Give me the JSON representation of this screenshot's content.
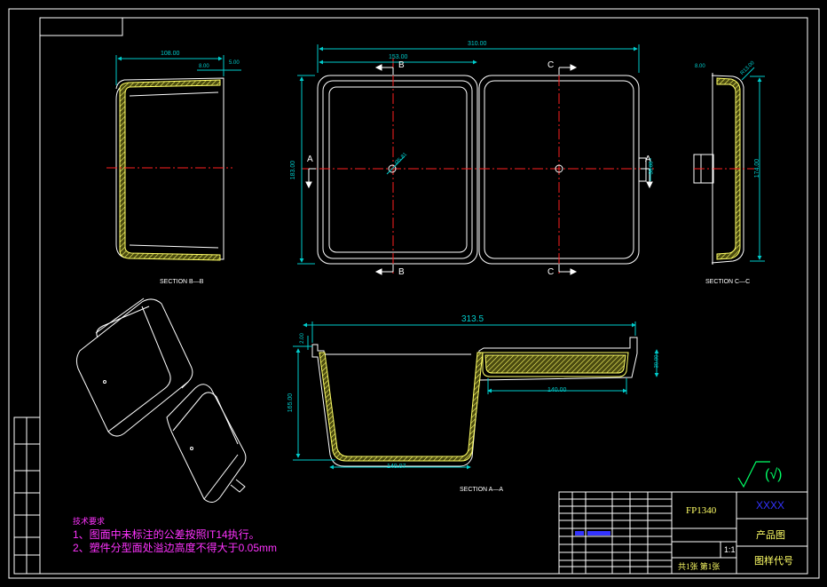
{
  "stamp": "",
  "sections": {
    "bb": "SECTION B—B",
    "cc": "SECTION C—C",
    "aa": "SECTION A—A"
  },
  "cut_letters": {
    "a": "A",
    "b": "B",
    "c": "C"
  },
  "dimensions": {
    "overall_width": "310.00",
    "half_width": "153.00",
    "height_top": "183.00",
    "bb_width": "108.00",
    "bb_wall": "8.00",
    "bb_lip": "5.00",
    "hole_dia": "Ø5.81",
    "latch": "30.00",
    "cc_height": "174.00",
    "cc_wall": "8.00",
    "cc_radius": "R13.00",
    "aa_width": "313.5",
    "aa_depth": "165.00",
    "aa_rim": "2.00",
    "aa_bottom": "140.07",
    "aa_shallow_depth": "30.00",
    "aa_shallow_width": "140.00"
  },
  "notes": {
    "heading": "技术要求",
    "line1": "1、图面中未标注的公差按照IT14执行。",
    "line2": "2、塑件分型面处溢边高度不得大于0.05mm"
  },
  "title_block": {
    "part_no": "FP1340",
    "name_placeholder": "XXXX",
    "drawing_type": "产品图",
    "code_label": "图样代号",
    "scale": "1:1",
    "sheet": "共1张  第1张",
    "roughness": "(√)"
  },
  "colors": {
    "outline": "#ffffff",
    "section_wall": "#ffff66",
    "center_line": "#ff2020",
    "dimension": "#00cccc",
    "note": "#ff33ff",
    "placeholder": "#3333ff"
  }
}
